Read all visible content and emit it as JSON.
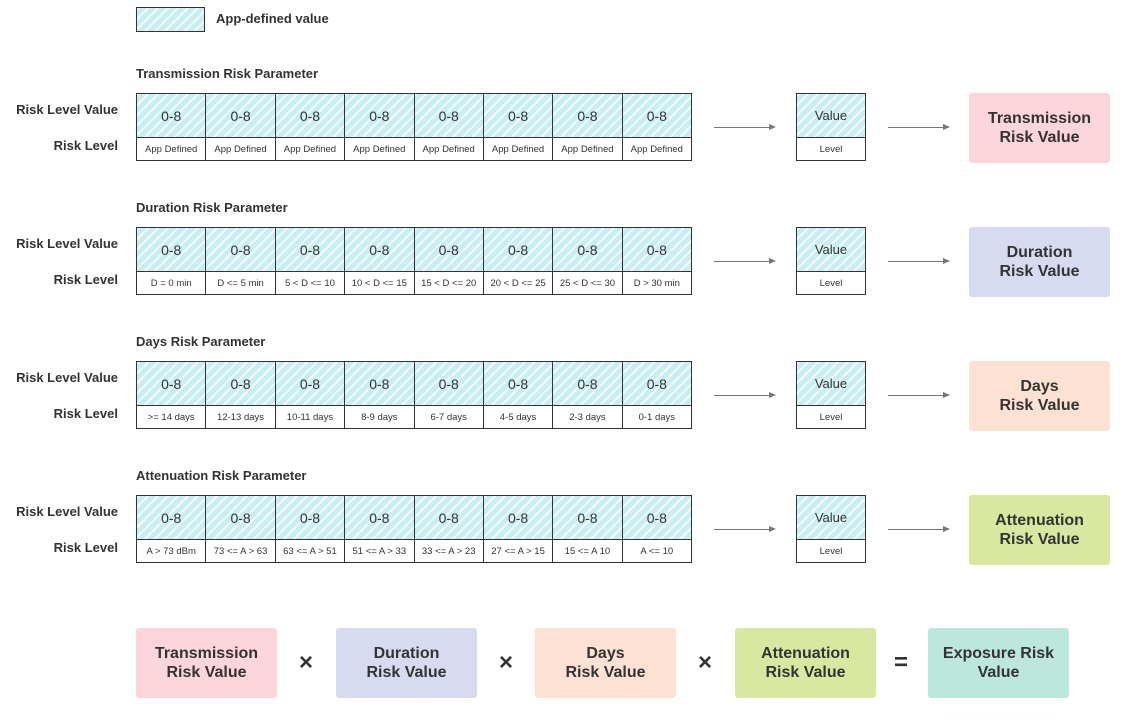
{
  "legend": {
    "label": "App-defined value"
  },
  "row_labels": {
    "risk_level_value": "Risk Level Value",
    "risk_level": "Risk Level"
  },
  "result_box": {
    "value": "Value",
    "level": "Level"
  },
  "sections": [
    {
      "title": "Transmission Risk Parameter",
      "values": [
        "0-8",
        "0-8",
        "0-8",
        "0-8",
        "0-8",
        "0-8",
        "0-8",
        "0-8"
      ],
      "levels": [
        "App Defined",
        "App Defined",
        "App Defined",
        "App Defined",
        "App Defined",
        "App Defined",
        "App Defined",
        "App Defined"
      ],
      "output": [
        "Transmission",
        "Risk Value"
      ]
    },
    {
      "title": "Duration Risk Parameter",
      "values": [
        "0-8",
        "0-8",
        "0-8",
        "0-8",
        "0-8",
        "0-8",
        "0-8",
        "0-8"
      ],
      "levels": [
        "D = 0 min",
        "D <= 5 min",
        "5 < D <= 10",
        "10 < D <= 15",
        "15 < D <= 20",
        "20 < D <= 25",
        "25 < D <= 30",
        "D > 30 min"
      ],
      "output": [
        "Duration",
        "Risk Value"
      ]
    },
    {
      "title": "Days Risk Parameter",
      "values": [
        "0-8",
        "0-8",
        "0-8",
        "0-8",
        "0-8",
        "0-8",
        "0-8",
        "0-8"
      ],
      "levels": [
        ">= 14 days",
        "12-13 days",
        "10-11 days",
        "8-9 days",
        "6-7 days",
        "4-5 days",
        "2-3 days",
        "0-1 days"
      ],
      "output": [
        "Days",
        "Risk Value"
      ]
    },
    {
      "title": "Attenuation Risk Parameter",
      "values": [
        "0-8",
        "0-8",
        "0-8",
        "0-8",
        "0-8",
        "0-8",
        "0-8",
        "0-8"
      ],
      "levels": [
        "A > 73 dBm",
        "73 <= A > 63",
        "63 <= A > 51",
        "51 <= A > 33",
        "33 <= A > 23",
        "27 <= A > 15",
        "15 <= A 10",
        "A <= 10"
      ],
      "output": [
        "Attenuation",
        "Risk Value"
      ]
    }
  ],
  "equation": {
    "terms": [
      [
        "Transmission",
        "Risk Value"
      ],
      [
        "Duration",
        "Risk Value"
      ],
      [
        "Days",
        "Risk Value"
      ],
      [
        "Attenuation",
        "Risk Value"
      ],
      [
        "Exposure Risk",
        "Value"
      ]
    ],
    "operators": [
      "×",
      "×",
      "×",
      "="
    ]
  },
  "colors": {
    "hatch": "#c9eef2",
    "transmission": "#fdd5dc",
    "duration": "#d8dbef",
    "days": "#fde2d4",
    "attenuation": "#d9e8a1",
    "exposure": "#bde6dd"
  }
}
